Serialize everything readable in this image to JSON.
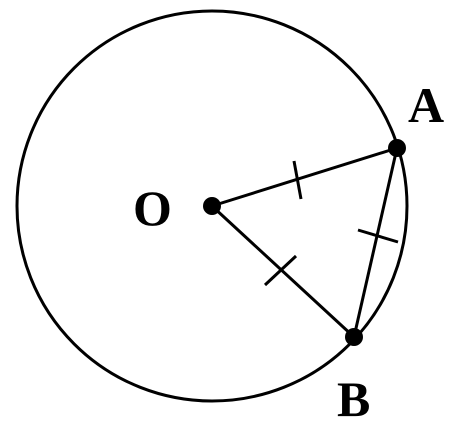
{
  "diagram": {
    "labels": {
      "center": "O",
      "point_a": "A",
      "point_b": "B"
    },
    "equal_segments": [
      "OA",
      "OB",
      "AB"
    ],
    "colors": {
      "stroke": "#000000",
      "background": "#ffffff"
    }
  }
}
